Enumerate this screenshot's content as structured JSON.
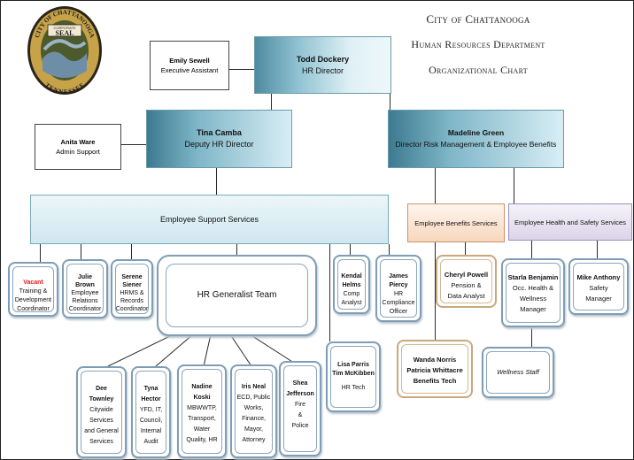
{
  "header": {
    "line1": "City of Chattanooga",
    "line2": "Human Resources Department",
    "line3": "Organizational Chart"
  },
  "seal": {
    "top_text": "CITY OF CHATTANOOGA",
    "center_top": "CORPORATE",
    "center": "SEAL",
    "bottom_text": "TENNESSEE"
  },
  "director": {
    "name": "Todd Dockery",
    "title": "HR Director"
  },
  "exec_assistant": {
    "name": "Emily Sewell",
    "title": "Executive Assistant"
  },
  "deputy": {
    "name": "Tina Camba",
    "title": "Deputy HR Director"
  },
  "admin_support": {
    "name": "Anita Ware",
    "title": "Admin Support"
  },
  "risk_director": {
    "name": "Madeline Green",
    "title": "Director Risk Management & Employee Benefits"
  },
  "ess": {
    "label": "Employee Support Services"
  },
  "ebs": {
    "label": "Employee Benefits Services"
  },
  "ehs": {
    "label": "Employee Health and Safety Services"
  },
  "hr_team": {
    "label": "HR Generalist Team"
  },
  "vacant": {
    "name": "Vacant",
    "lines": [
      "Training &",
      "Development",
      "Coordinator"
    ],
    "name_color": "#e0201a"
  },
  "julie": {
    "name1": "Julie",
    "name2": "Brown",
    "lines": [
      "Employee",
      "Relations",
      "Coordinator"
    ]
  },
  "serene": {
    "name1": "Serene",
    "name2": "Siener",
    "lines": [
      "HRMS &",
      "Records",
      "Coordinator"
    ]
  },
  "kendal": {
    "name1": "Kendal",
    "name2": "Helms",
    "lines": [
      "Comp",
      "Analyst"
    ]
  },
  "james": {
    "name1": "James",
    "name2": "Piercy",
    "lines": [
      "HR",
      "Compliance",
      "Officer"
    ]
  },
  "lisa": {
    "name1": "Lisa Parris",
    "name2": "Tim McKibben",
    "title": "HR Tech"
  },
  "cheryl": {
    "name": "Cheryl Powell",
    "lines": [
      "Pension &",
      "Data Analyst"
    ]
  },
  "wanda": {
    "name1": "Wanda Norris",
    "name2": "Patricia Whittacre",
    "title": "Benefits Tech"
  },
  "starla": {
    "name": "Starla Benjamin",
    "lines": [
      "Occ. Health &",
      "Wellness",
      "Manager"
    ]
  },
  "mike": {
    "name": "Mike Anthony",
    "lines": [
      "Safety",
      "Manager"
    ]
  },
  "wellness": {
    "label": "Wellness Staff"
  },
  "dee": {
    "name1": "Dee",
    "name2": "Townley",
    "lines": [
      "Citywide",
      "Services",
      "and General",
      "Services"
    ]
  },
  "tyna": {
    "name1": "Tyna",
    "name2": "Hector",
    "lines": [
      "YFD, IT,",
      "Council,",
      "Internal",
      "Audit"
    ]
  },
  "nadine": {
    "name1": "Nadine",
    "name2": "Koski",
    "lines": [
      "MBWWTP,",
      "Transport,",
      "Water",
      "Quality, HR"
    ]
  },
  "iris": {
    "name": "Iris Neal",
    "lines": [
      "ECD, Public",
      "Works,",
      "Finance,",
      "Mayor,",
      "Attorney"
    ]
  },
  "shea": {
    "name1": "Shea",
    "name2": "Jefferson",
    "lines": [
      "Fire",
      "&",
      "Police"
    ]
  }
}
